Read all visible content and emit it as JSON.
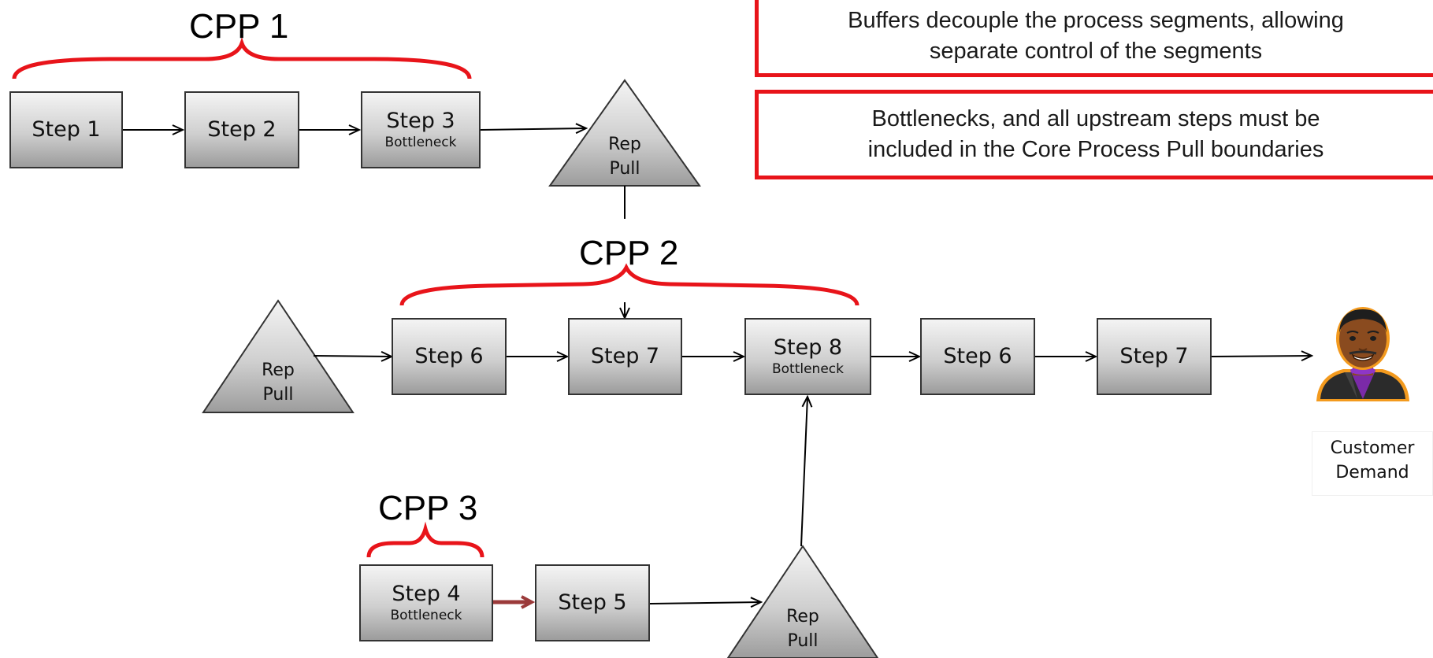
{
  "notes": {
    "buffers": [
      "Buffers decouple the process segments, allowing",
      "separate control of the segments"
    ],
    "bottlenecks": [
      "Bottlenecks, and all upstream steps must be",
      "included in the Core Process Pull boundaries"
    ]
  },
  "cpp_labels": {
    "cpp1": "CPP 1",
    "cpp2": "CPP 2",
    "cpp3": "CPP 3"
  },
  "steps": {
    "s1": {
      "label": "Step 1",
      "sub": ""
    },
    "s2": {
      "label": "Step 2",
      "sub": ""
    },
    "s3": {
      "label": "Step 3",
      "sub": "Bottleneck"
    },
    "s6a": {
      "label": "Step 6",
      "sub": ""
    },
    "s7a": {
      "label": "Step 7",
      "sub": ""
    },
    "s8": {
      "label": "Step 8",
      "sub": "Bottleneck"
    },
    "s6b": {
      "label": "Step 6",
      "sub": ""
    },
    "s7b": {
      "label": "Step 7",
      "sub": ""
    },
    "s4": {
      "label": "Step 4",
      "sub": "Bottleneck"
    },
    "s5": {
      "label": "Step 5",
      "sub": ""
    }
  },
  "rep_pull": {
    "top": [
      "Rep",
      "Pull"
    ],
    "left": [
      "Rep",
      "Pull"
    ],
    "bottom": [
      "Rep",
      "Pull"
    ]
  },
  "customer": [
    "Customer",
    "Demand"
  ],
  "colors": {
    "brace": "#e8141a",
    "note_border": "#e8141a",
    "arrow": "#000000",
    "highlight_arrow": "#9b3a3a",
    "box_border": "#333333"
  }
}
